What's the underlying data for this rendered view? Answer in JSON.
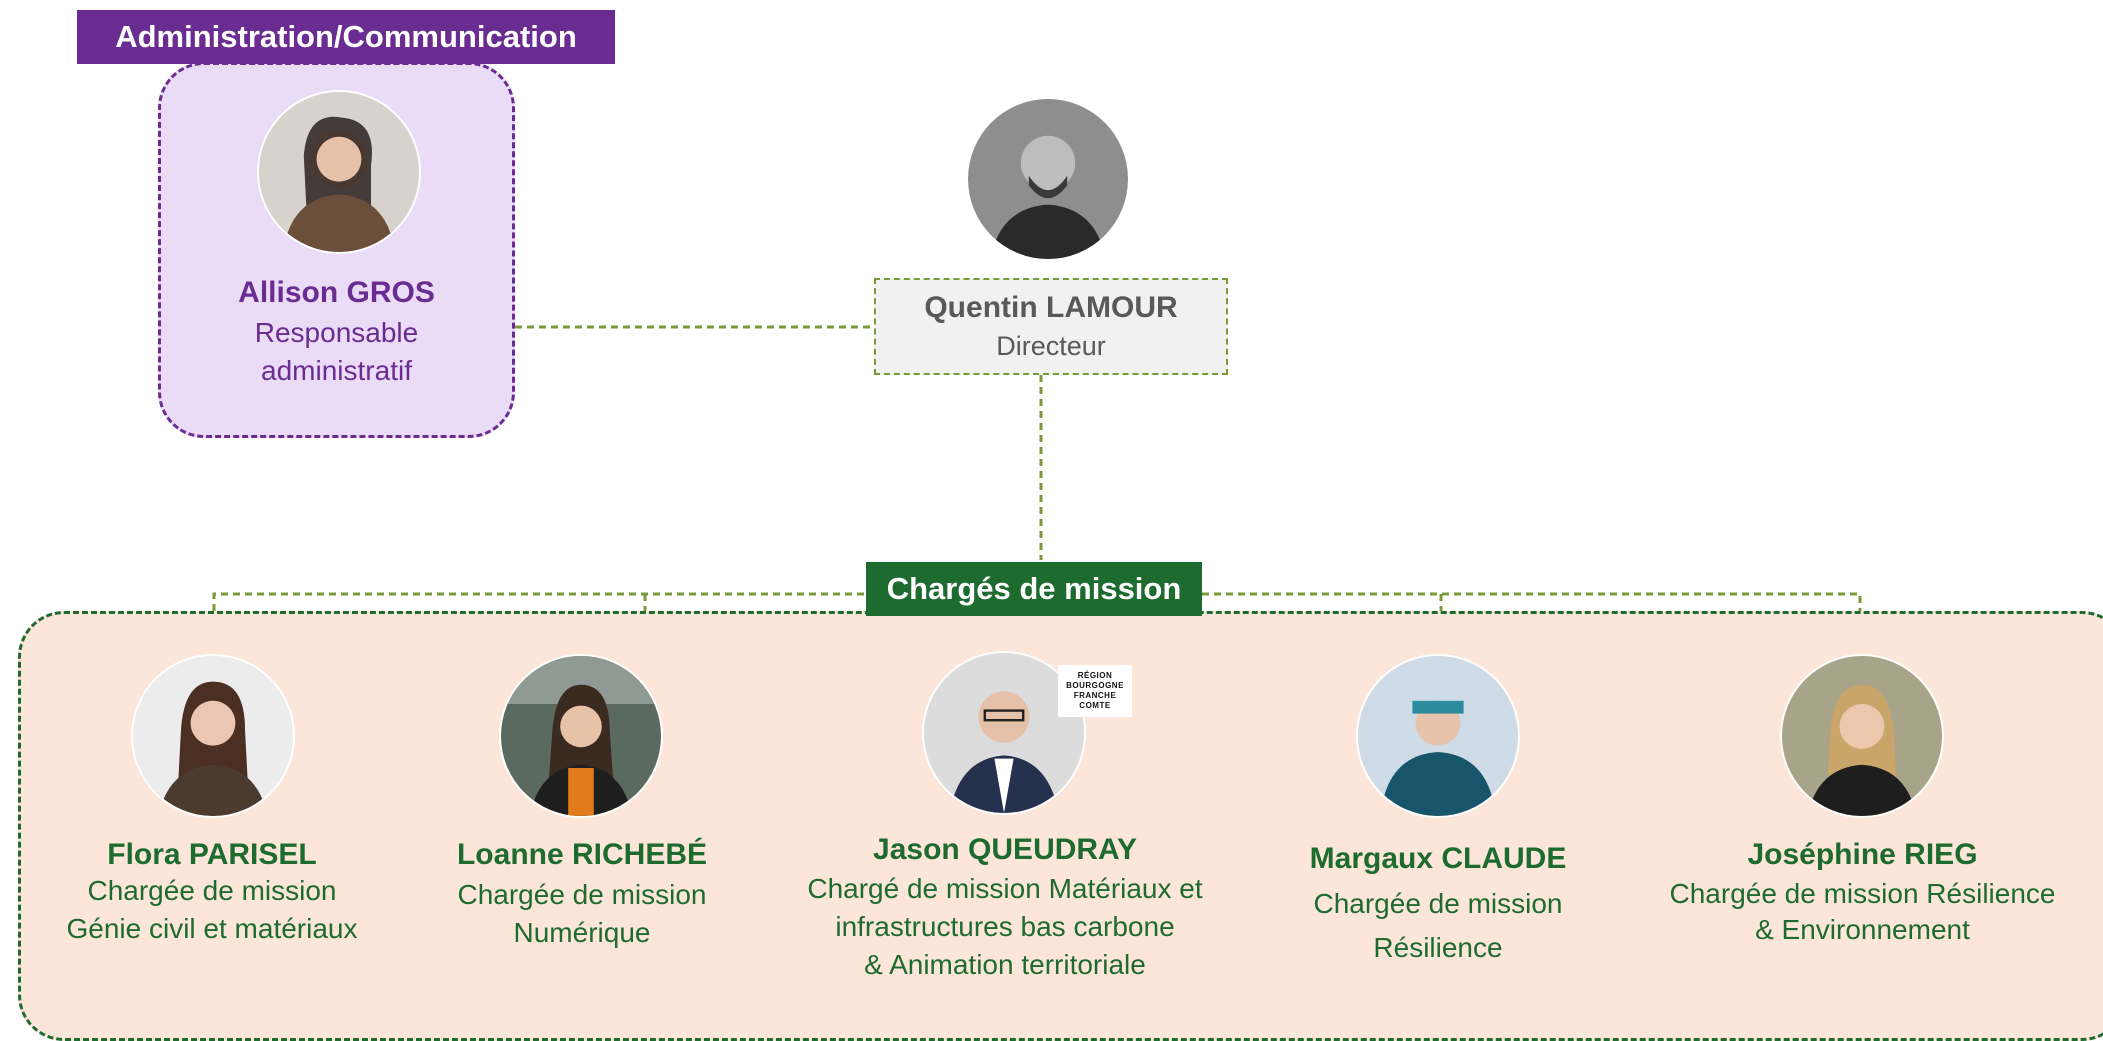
{
  "admin": {
    "section_label": "Administration/Communication",
    "person": {
      "name": "Allison GROS",
      "role_lines": [
        "Responsable",
        "administratif"
      ]
    }
  },
  "director": {
    "name": "Quentin LAMOUR",
    "role": "Directeur"
  },
  "missions": {
    "section_label": "Chargés de mission",
    "people": [
      {
        "name": "Flora PARISEL",
        "role_lines": [
          "Chargée de mission",
          "Génie civil et matériaux"
        ]
      },
      {
        "name": "Loanne RICHEBÉ",
        "role_lines": [
          "Chargée de mission",
          "Numérique"
        ]
      },
      {
        "name": "Jason QUEUDRAY",
        "role_lines": [
          "Chargé de mission Matériaux et",
          "infrastructures bas carbone",
          "& Animation territoriale"
        ]
      },
      {
        "name": "Margaux CLAUDE",
        "role_lines": [
          "Chargée de mission",
          "Résilience"
        ]
      },
      {
        "name": "Joséphine RIEG",
        "role_lines": [
          "Chargée de mission Résilience",
          "& Environnement"
        ]
      }
    ]
  },
  "region_logo": {
    "lines": [
      "RÉGION",
      "BOURGOGNE",
      "FRANCHE",
      "COMTE"
    ]
  },
  "colors": {
    "admin_purple": "#6a2c91",
    "admin_bg": "#eadbf6",
    "mission_green": "#1e6b2f",
    "mission_bg": "#fbe6d9",
    "connector": "#7a9a3a"
  }
}
